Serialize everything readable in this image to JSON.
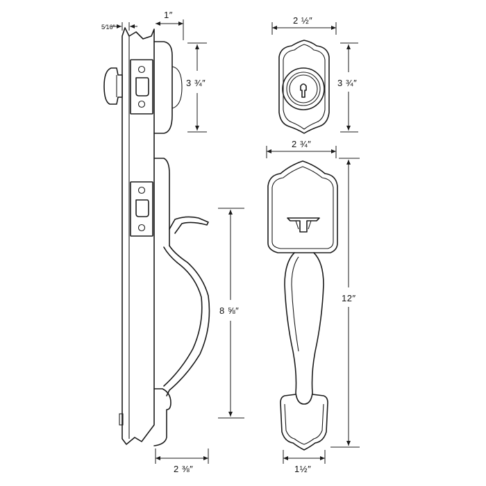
{
  "dimensions": {
    "backset_depth": "5⁄16″",
    "rose_projection": "1″",
    "deadbolt_plate_height_side": "3 ¾″",
    "deadbolt_plate_width": "2 ½″",
    "deadbolt_plate_height_front": "3 ¾″",
    "handle_plate_width": "2 ¾″",
    "grip_height": "8 ⅝″",
    "overall_height": "12″",
    "handle_projection": "2 ⅜″",
    "bottom_width": "1½″"
  }
}
